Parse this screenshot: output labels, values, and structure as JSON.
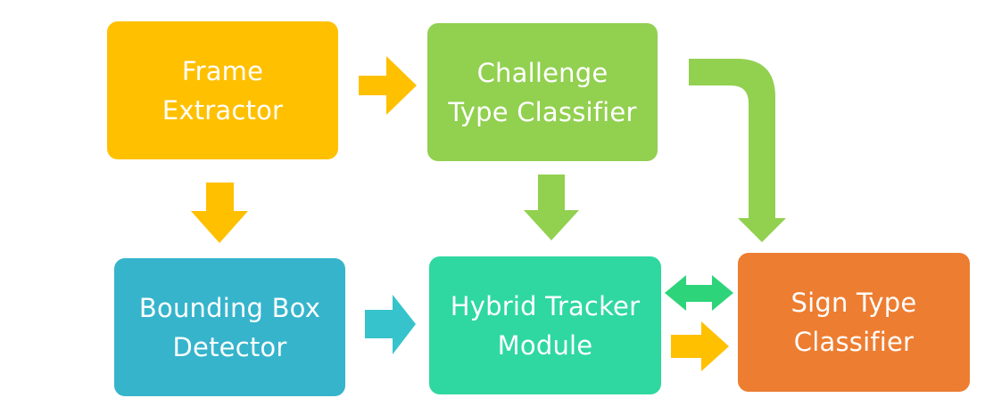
{
  "nodes": {
    "frame_extractor": {
      "line1": "Frame",
      "line2": "Extractor"
    },
    "challenge_classifier": {
      "line1": "Challenge",
      "line2": "Type Classifier"
    },
    "bounding_box_detector": {
      "line1": "Bounding Box",
      "line2": "Detector"
    },
    "hybrid_tracker": {
      "line1": "Hybrid Tracker",
      "line2": "Module"
    },
    "sign_classifier": {
      "line1": "Sign Type",
      "line2": "Classifier"
    }
  },
  "colors": {
    "frame_extractor": "#FFC000",
    "challenge_classifier": "#92D050",
    "bounding_box_detector": "#36B4CC",
    "hybrid_tracker": "#2FD8A0",
    "sign_classifier": "#ED7D31",
    "bidirectional_arrow": "#2ED47A"
  },
  "edges": [
    {
      "from": "frame_extractor",
      "to": "challenge_classifier"
    },
    {
      "from": "frame_extractor",
      "to": "bounding_box_detector"
    },
    {
      "from": "challenge_classifier",
      "to": "hybrid_tracker"
    },
    {
      "from": "challenge_classifier",
      "to": "sign_classifier"
    },
    {
      "from": "bounding_box_detector",
      "to": "hybrid_tracker"
    },
    {
      "from": "hybrid_tracker",
      "to": "sign_classifier",
      "bidirectional": true
    },
    {
      "from": "frame_extractor",
      "to": "sign_classifier",
      "note": "yellow arrow into sign classifier"
    }
  ]
}
